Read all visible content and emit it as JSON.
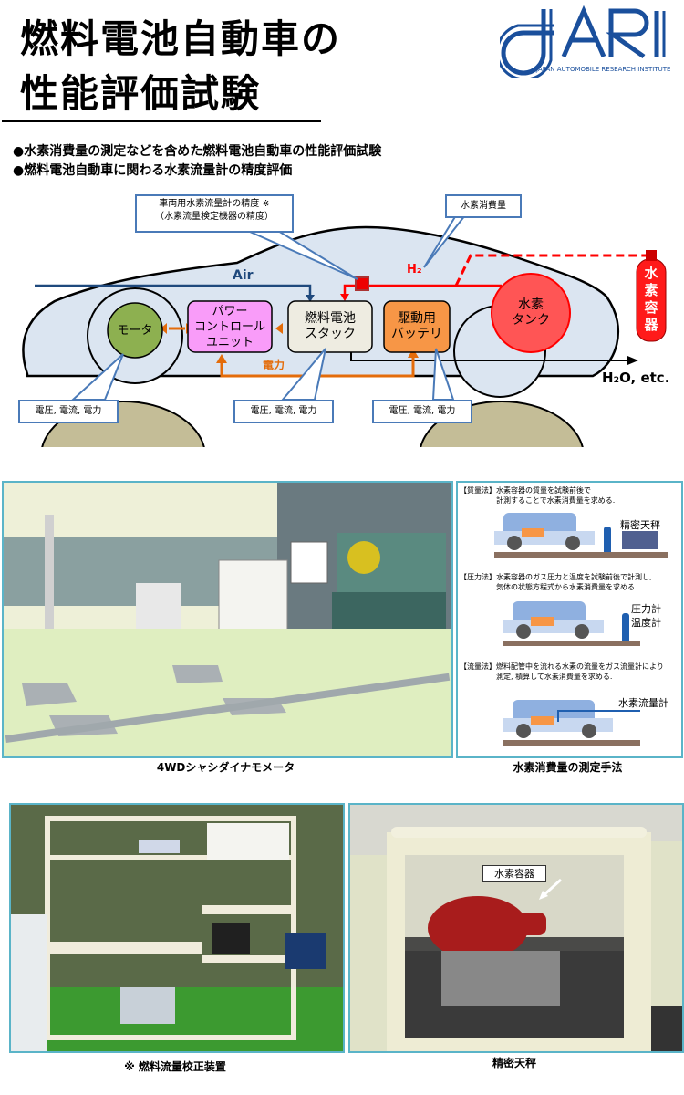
{
  "header": {
    "title_line1": "燃料電池自動車の",
    "title_line2": "性能評価試験",
    "logo_text": "JARI",
    "logo_subtitle": "JAPAN AUTOMOBILE RESEARCH INSTITUTE",
    "brand_color": "#1a4f9c"
  },
  "bullets": [
    "●水素消費量の測定などを含めた燃料電池自動車の性能評価試験",
    "●燃料電池自動車に関わる水素流量計の精度評価"
  ],
  "diagram": {
    "callout_flowmeter_line1": "車両用水素流量計の精度 ※",
    "callout_flowmeter_line2": "（水素流量検定機器の精度）",
    "callout_consumption": "水素消費量",
    "air_label": "Air",
    "h2_label": "H₂",
    "h2o_label": "H₂O, etc.",
    "power_label": "電力",
    "motor_label": "モータ",
    "pcu_line1": "パワー",
    "pcu_line2": "コントロール",
    "pcu_line3": "ユニット",
    "stack_line1": "燃料電池",
    "stack_line2": "スタック",
    "battery_line1": "駆動用",
    "battery_line2": "バッテリ",
    "tank_line1": "水素",
    "tank_line2": "タンク",
    "external_cylinder": "水素容器",
    "measure_motor": "電圧, 電流, 電力",
    "measure_stack": "電圧, 電流, 電力",
    "measure_battery": "電圧, 電流, 電力",
    "colors": {
      "body": "#dbe5f1",
      "motor": "#8db050",
      "pcu": "#f99cf9",
      "stack": "#eeece1",
      "battery": "#f79646",
      "tank": "#ff4444",
      "h2_line": "#ff0000",
      "power_line": "#e46c0a",
      "air_line": "#1f497d",
      "callout_border": "#4a7ab8",
      "ground": "#c4bd97"
    }
  },
  "photos": {
    "dyno_caption": "4WDシャシダイナモメータ",
    "methods_caption": "水素消費量の測定手法",
    "calibrator_caption": "※ 燃料流量校正装置",
    "balance_caption": "精密天秤",
    "balance_tag": "水素容器"
  },
  "methods": [
    {
      "name": "【質量法】",
      "desc_line1": "水素容器の質量を試験前後で",
      "desc_line2": "計測することで水素消費量を求める.",
      "labels": [
        "精密天秤"
      ]
    },
    {
      "name": "【圧力法】",
      "desc_line1": "水素容器のガス圧力と温度を試験前後で計測し,",
      "desc_line2": "気体の状態方程式から水素消費量を求める.",
      "labels": [
        "圧力計",
        "温度計"
      ]
    },
    {
      "name": "【流量法】",
      "desc_line1": "燃料配管中を流れる水素の流量をガス流量計により",
      "desc_line2": "測定, 積算して水素消費量を求める.",
      "labels": [
        "水素流量計"
      ]
    }
  ]
}
